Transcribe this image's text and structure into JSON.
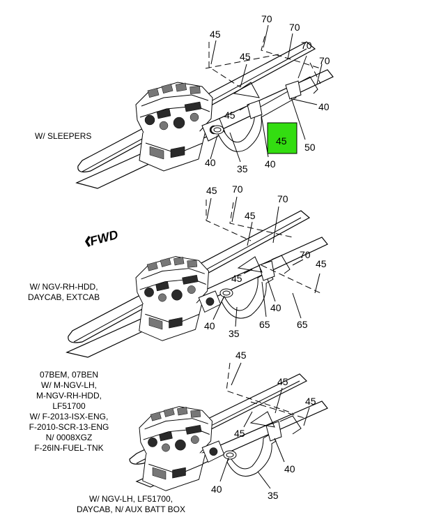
{
  "colors": {
    "highlight": "#33dd11",
    "line": "#000000",
    "background": "#ffffff"
  },
  "fwd_label": "FWD",
  "views": [
    {
      "caption": [
        "W/ SLEEPERS"
      ],
      "labels": {
        "a": "45",
        "b": "70",
        "c": "70",
        "d": "45",
        "e": "70",
        "f": "70",
        "g": "45",
        "h": "40",
        "i": "45",
        "j": "50",
        "k": "40",
        "l": "35",
        "m": "40"
      },
      "highlighted": "45"
    },
    {
      "caption": [
        "W/ NGV-RH-HDD,",
        "DAYCAB, EXTCAB"
      ],
      "labels": {
        "a": "45",
        "b": "70",
        "c": "70",
        "d": "45",
        "e": "70",
        "f": "45",
        "g": "45",
        "h": "40",
        "i": "65",
        "j": "65",
        "k": "40",
        "l": "35"
      }
    },
    {
      "caption": [
        "07BEM, 07BEN",
        "W/ M-NGV-LH,",
        "M-NGV-RH-HDD,",
        "LF51700",
        "W/ F-2013-ISX-ENG,",
        "F-2010-SCR-13-ENG",
        "N/ 0008XGZ",
        "F-26IN-FUEL-TNK"
      ],
      "caption_bottom": [
        "W/ NGV-LH, LF51700,",
        "DAYCAB, N/ AUX BATT BOX"
      ],
      "labels": {
        "a": "45",
        "b": "45",
        "c": "45",
        "d": "45",
        "e": "40",
        "f": "40",
        "g": "35"
      }
    }
  ]
}
